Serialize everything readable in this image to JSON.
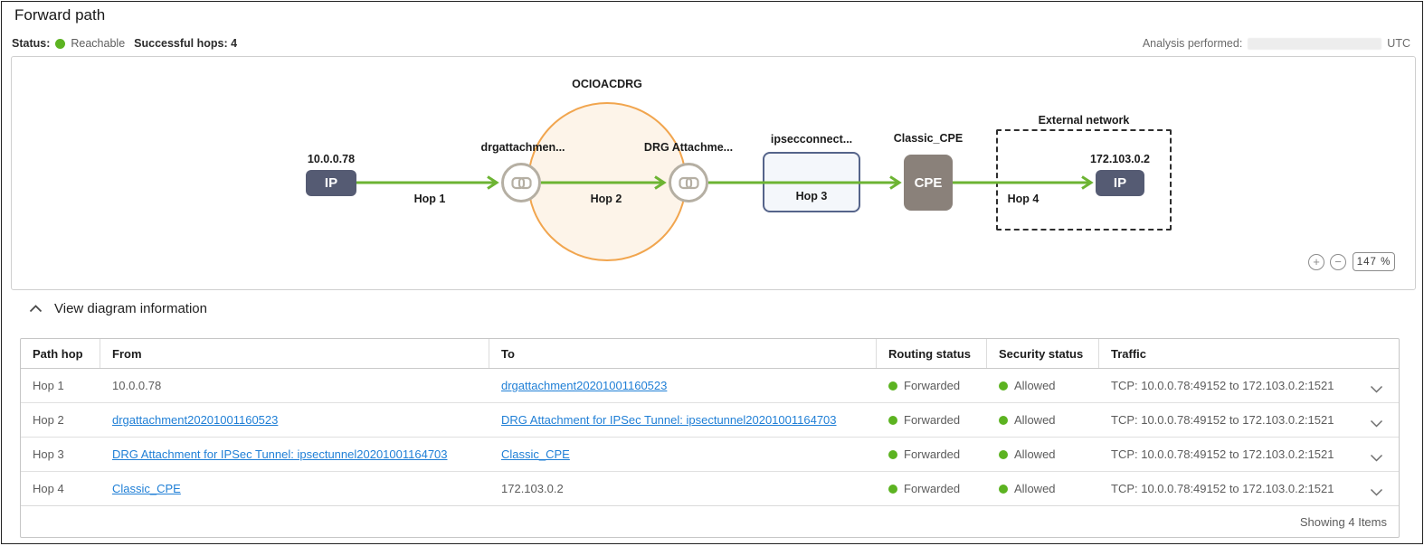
{
  "header": {
    "title": "Forward path"
  },
  "status_bar": {
    "status_label": "Status:",
    "status_value": "Reachable",
    "hops_label": "Successful hops: 4",
    "analysis_label": "Analysis performed:",
    "analysis_suffix": "UTC"
  },
  "diagram": {
    "groups": {
      "drg": "OCIOACDRG",
      "external": "External network"
    },
    "nodes": {
      "source_ip": {
        "label": "10.0.0.78",
        "text": "IP"
      },
      "drg_attachment_1": {
        "label": "drgattachmen..."
      },
      "drg_attachment_2": {
        "label": "DRG Attachme..."
      },
      "ipsec_connection": {
        "label": "ipsecconnect..."
      },
      "cpe": {
        "label": "Classic_CPE",
        "text": "CPE"
      },
      "destination_ip": {
        "label": "172.103.0.2",
        "text": "IP"
      }
    },
    "hop_labels": [
      "Hop 1",
      "Hop 2",
      "Hop 3",
      "Hop 4"
    ],
    "zoom": {
      "zoom_in": "+",
      "zoom_out": "−",
      "level": "147 %"
    }
  },
  "info_section": {
    "title": "View diagram information"
  },
  "table": {
    "columns": [
      "Path hop",
      "From",
      "To",
      "Routing status",
      "Security status",
      "Traffic"
    ],
    "rows": [
      {
        "hop": "Hop 1",
        "from": {
          "text": "10.0.0.78",
          "link": false
        },
        "to": {
          "text": "drgattachment20201001160523",
          "link": true
        },
        "routing": "Forwarded",
        "security": "Allowed",
        "traffic": "TCP: 10.0.0.78:49152 to 172.103.0.2:1521"
      },
      {
        "hop": "Hop 2",
        "from": {
          "text": "drgattachment20201001160523",
          "link": true
        },
        "to": {
          "text": "DRG Attachment for IPSec Tunnel: ipsectunnel20201001164703",
          "link": true
        },
        "routing": "Forwarded",
        "security": "Allowed",
        "traffic": "TCP: 10.0.0.78:49152 to 172.103.0.2:1521"
      },
      {
        "hop": "Hop 3",
        "from": {
          "text": "DRG Attachment for IPSec Tunnel: ipsectunnel20201001164703",
          "link": true
        },
        "to": {
          "text": "Classic_CPE",
          "link": true
        },
        "routing": "Forwarded",
        "security": "Allowed",
        "traffic": "TCP: 10.0.0.78:49152 to 172.103.0.2:1521"
      },
      {
        "hop": "Hop 4",
        "from": {
          "text": "Classic_CPE",
          "link": true
        },
        "to": {
          "text": "172.103.0.2",
          "link": false
        },
        "routing": "Forwarded",
        "security": "Allowed",
        "traffic": "TCP: 10.0.0.78:49152 to 172.103.0.2:1521"
      }
    ],
    "footer": "Showing 4 Items"
  },
  "colors": {
    "status_green": "#5cb321",
    "arrow_green": "#6db433",
    "link_blue": "#1f7fd6",
    "drg_circle_border": "#f1a54e",
    "drg_circle_fill": "#fdf4e9",
    "ip_node": "#555b73",
    "cpe_node": "#8a817a",
    "attachment_border": "#b5afa3",
    "tunnel_box_border": "#55648a"
  }
}
